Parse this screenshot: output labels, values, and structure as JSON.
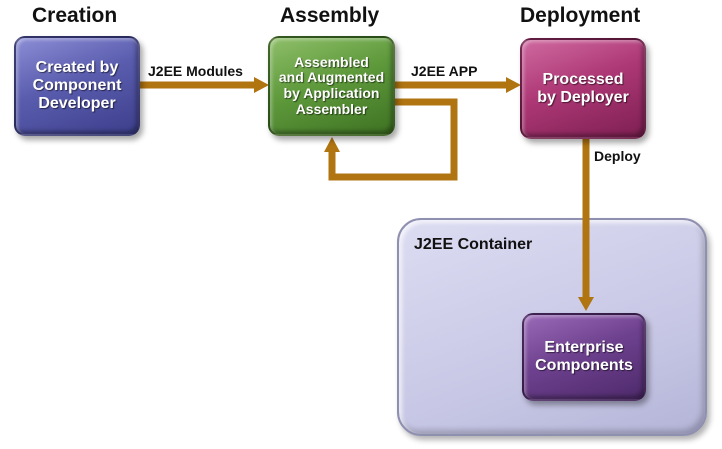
{
  "stages": {
    "creation": "Creation",
    "assembly": "Assembly",
    "deployment": "Deployment"
  },
  "nodes": {
    "creation": [
      "Created by",
      "Component",
      "Developer"
    ],
    "assembly": [
      "Assembled",
      "and Augmented",
      "by Application",
      "Assembler"
    ],
    "deployment": [
      "Processed",
      "by Deployer"
    ],
    "enterprise": [
      "Enterprise",
      "Components"
    ]
  },
  "container": {
    "label": "J2EE Container"
  },
  "edges": {
    "modules": "J2EE Modules",
    "app": "J2EE APP",
    "deploy": "Deploy"
  },
  "colors": {
    "arrow": "#b07410",
    "creation": "#5a5cae",
    "assembly": "#5f9a3c",
    "deployment": "#ad3876",
    "enterprise": "#6e418f",
    "container": "#c8c8e6"
  }
}
